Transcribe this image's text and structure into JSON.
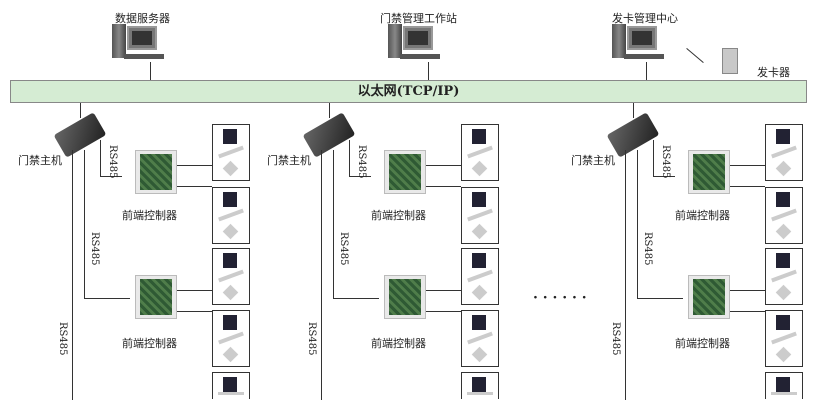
{
  "top_nodes": [
    {
      "label": "数据服务器",
      "icon": "computer-icon"
    },
    {
      "label": "门禁管理工作站",
      "icon": "computer-icon"
    },
    {
      "label": "发卡管理中心",
      "icon": "computer-icon"
    }
  ],
  "card_issuer": {
    "label": "发卡器",
    "icon": "card-issuer-icon"
  },
  "bus": {
    "label": "以太网(TCP/IP)",
    "color": "#d5ecd3"
  },
  "columns": [
    {
      "host_label": "门禁主机",
      "rs485_labels": [
        "RS485",
        "RS485",
        "RS485"
      ],
      "controllers": [
        "前端控制器",
        "前端控制器"
      ]
    },
    {
      "host_label": "门禁主机",
      "rs485_labels": [
        "RS485",
        "RS485",
        "RS485"
      ],
      "controllers": [
        "前端控制器",
        "前端控制器"
      ]
    },
    {
      "host_label": "门禁主机",
      "rs485_labels": [
        "RS485",
        "RS485",
        "RS485"
      ],
      "controllers": [
        "前端控制器",
        "前端控制器"
      ]
    }
  ],
  "ellipsis": "· · · · · ·"
}
